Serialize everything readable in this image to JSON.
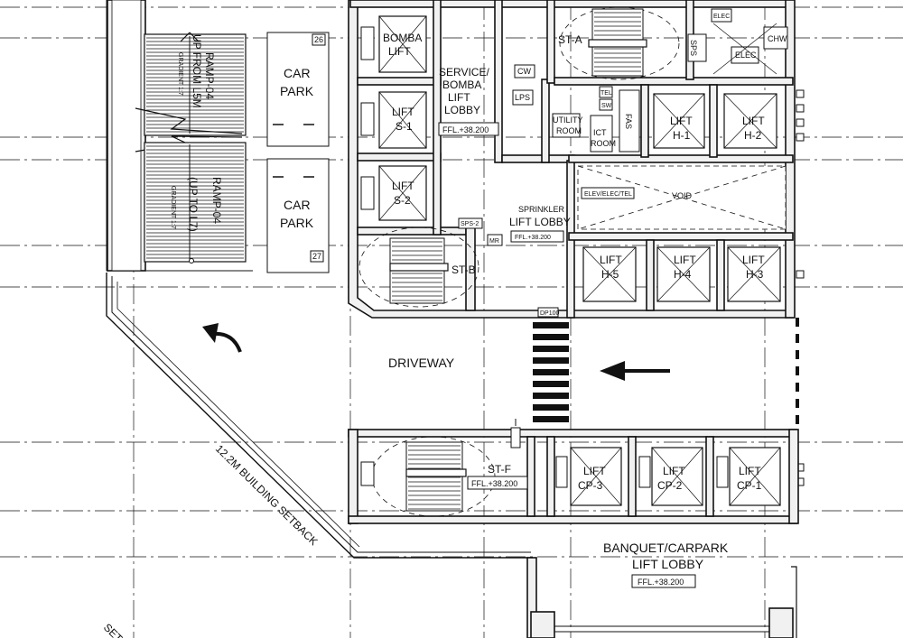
{
  "labels": {
    "bomba_lift": [
      "BOMBA",
      "LIFT"
    ],
    "service_lobby": [
      "SERVICE/",
      "BOMBA",
      "LIFT",
      "LOBBY"
    ],
    "service_lobby_ffl": "FFL.+38.200",
    "lift_s1": [
      "LIFT",
      "S-1"
    ],
    "lift_s2": [
      "LIFT",
      "S-2"
    ],
    "stair_a": "ST-A",
    "stair_b": "ST-B",
    "stair_f": "ST-F",
    "stair_f_ffl": "FFL.+38.200",
    "sps": "SPS",
    "elec": "ELEC",
    "elec_small": "ELEC",
    "chw": "CHW",
    "cw": "CW",
    "lps": "LPS",
    "utility_room": [
      "UTILITY",
      "ROOM"
    ],
    "ict_room": [
      "ICT",
      "ROOM"
    ],
    "fas": "FAS",
    "tel": "TEL",
    "sw": "SW",
    "lift_h1": [
      "LIFT",
      "H-1"
    ],
    "lift_h2": [
      "LIFT",
      "H-2"
    ],
    "lift_h3": [
      "LIFT",
      "H-3"
    ],
    "lift_h4": [
      "LIFT",
      "H-4"
    ],
    "lift_h5": [
      "LIFT",
      "H-5"
    ],
    "elev_elec_tel": "ELEV/ELEC/TEL",
    "void": "VOID",
    "sprinkler_lobby": [
      "SPRINKLER",
      "LIFT LOBBY"
    ],
    "sprinkler_lobby_ffl": "FFL.+38.200",
    "sps2": "SPS-2",
    "car_park": [
      "CAR",
      "PARK"
    ],
    "bay_26": "26",
    "bay_27": "27",
    "ramp_up": [
      "RAMP-04",
      "UP FROM L5M"
    ],
    "ramp_up_gradient": "GRADIENT 1:7",
    "ramp_down": [
      "RAMP-04",
      "(UP TO L7)"
    ],
    "ramp_down_gradient": "GRADIENT 1:7",
    "driveway": "DRIVEWAY",
    "setback": "12.2M BUILDING SETBACK",
    "lift_cp1": [
      "LIFT",
      "CP-1"
    ],
    "lift_cp2": [
      "LIFT",
      "CP-2"
    ],
    "lift_cp3": [
      "LIFT",
      "CP-3"
    ],
    "banquet_lobby": [
      "BANQUET/CARPARK",
      "LIFT LOBBY"
    ],
    "banquet_ffl": "FFL.+38.200",
    "dp100": "DP100",
    "mr": "MR",
    "set_corner": "SET"
  }
}
